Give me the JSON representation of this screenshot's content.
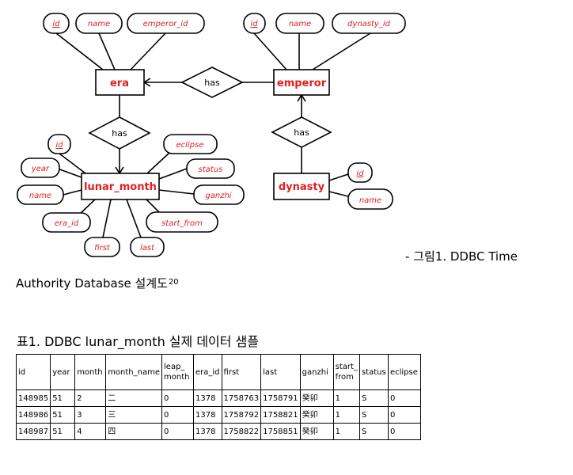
{
  "diagram": {
    "entities": {
      "era": "era",
      "emperor": "emperor",
      "lunar_month": "lunar_month",
      "dynasty": "dynasty"
    },
    "relationships": {
      "era_emperor": "has",
      "era_lunar_month": "has",
      "emperor_dynasty": "has"
    },
    "attributes": {
      "era_id": "id",
      "era_name": "name",
      "era_emperor_id": "emperor_id",
      "emperor_id": "id",
      "emperor_name": "name",
      "emperor_dynasty_id": "dynasty_id",
      "lm_id": "id",
      "lm_year": "year",
      "lm_name": "name",
      "lm_era_id": "era_id",
      "lm_first": "first",
      "lm_last": "last",
      "lm_eclipse": "eclipse",
      "lm_status": "status",
      "lm_ganzhi": "ganzhi",
      "lm_start_from": "start_from",
      "dynasty_id": "id",
      "dynasty_name": "name"
    }
  },
  "caption": {
    "figure_suffix": "- 그림1. DDBC Time",
    "figure_line2": "Authority Database 설계도",
    "footnote": "20"
  },
  "table_title": "표1. DDBC lunar_month 실제 데이터 샘플",
  "table": {
    "headers": [
      "id",
      "year",
      "month",
      "month_name",
      "leap_ month",
      "era_id",
      "first",
      "last",
      "ganzhi",
      "start_ from",
      "status",
      "eclipse"
    ],
    "rows": [
      [
        "148985",
        "51",
        "2",
        "二",
        "0",
        "1378",
        "1758763",
        "1758791",
        "癸卯",
        "1",
        "S",
        "0"
      ],
      [
        "148986",
        "51",
        "3",
        "三",
        "0",
        "1378",
        "1758792",
        "1758821",
        "癸卯",
        "1",
        "S",
        "0"
      ],
      [
        "148987",
        "51",
        "4",
        "四",
        "0",
        "1378",
        "1758822",
        "1758851",
        "癸卯",
        "1",
        "S",
        "0"
      ]
    ]
  },
  "colors": {
    "label": "#e02020",
    "line": "#000000"
  }
}
